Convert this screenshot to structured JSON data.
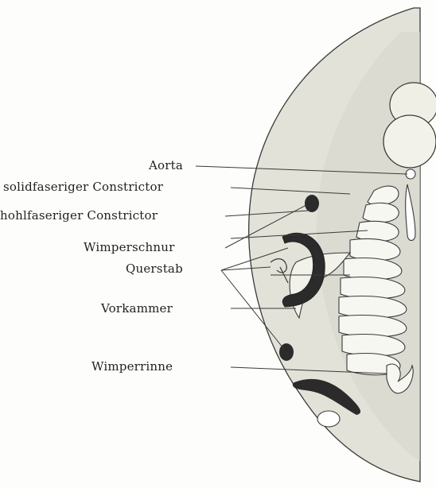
{
  "labels": {
    "aorta": "Aorta",
    "solid_constrictor": "solidfaseriger Constrictor",
    "hollow_constrictor": "hohlfaseriger Constrictor",
    "wimperschnur": "Wimperschnur",
    "querstab": "Querstab",
    "vorkammer": "Vorkammer",
    "wimperrinne": "Wimperrinne"
  },
  "colors": {
    "tissue_fill": "#e2e2d8",
    "outline": "#3a3a3a",
    "dark_mass": "#2b2b2b"
  }
}
